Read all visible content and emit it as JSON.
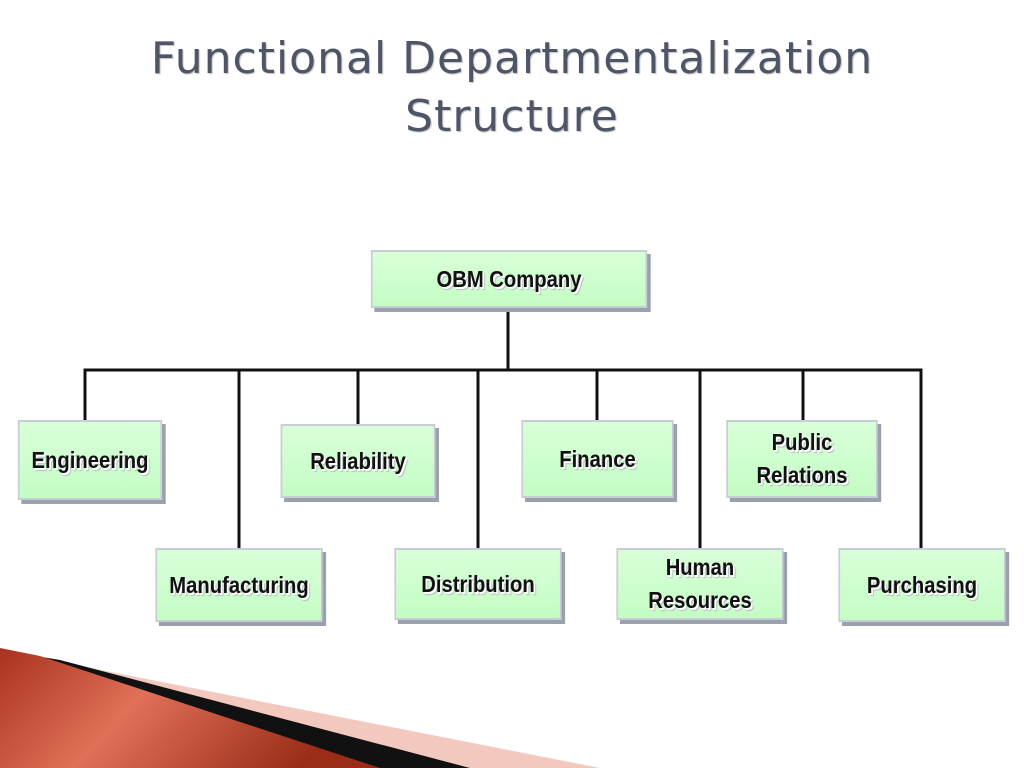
{
  "title": {
    "line1": "Functional Departmentalization",
    "line2": "Structure"
  },
  "org_chart": {
    "root": "OBM Company",
    "departments": {
      "engineering": "Engineering",
      "reliability": "Reliability",
      "finance": "Finance",
      "public_relations": "Public\nRelations",
      "manufacturing": "Manufacturing",
      "distribution": "Distribution",
      "human_resources": "Human\nResources",
      "purchasing": "Purchasing"
    }
  },
  "colors": {
    "title_text": "#4d5566",
    "box_fill": "#d2fed2",
    "box_border": "#c8ccd4",
    "box_shadow": "#9aa0ac",
    "connector": "#111111",
    "accent_red": "#b03a24",
    "accent_pink": "#f3c9bf"
  }
}
